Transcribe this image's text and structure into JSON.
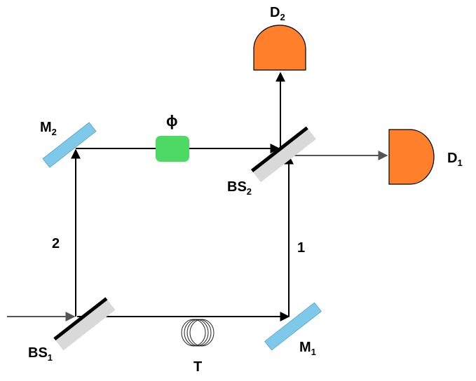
{
  "labels": {
    "d2": "D",
    "d2_sub": "2",
    "d1": "D",
    "d1_sub": "1",
    "m2": "M",
    "m2_sub": "2",
    "m1": "M",
    "m1_sub": "1",
    "bs2": "BS",
    "bs2_sub": "2",
    "bs1": "BS",
    "bs1_sub": "1",
    "phi": "ϕ",
    "path2": "2",
    "path1": "1",
    "t": "T"
  },
  "colors": {
    "mirror": "#7ec8ea",
    "beam_splitter": "#d9d9d9",
    "detector": "#ff7f2a",
    "phase_shifter": "#4cd964",
    "beam": "#000000",
    "input_beam": "#555555"
  }
}
